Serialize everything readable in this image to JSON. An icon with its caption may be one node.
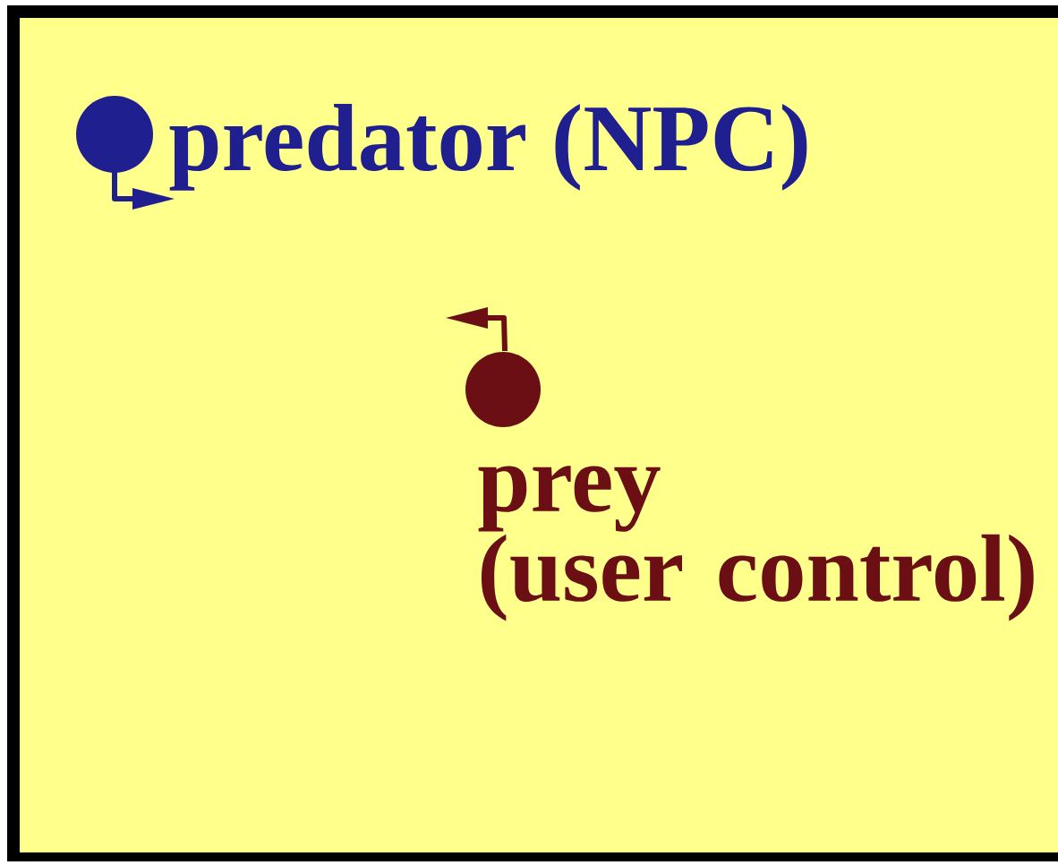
{
  "diagram": {
    "nodes": [
      {
        "text": [],
        "shape": "circle",
        "beside": [
          "predator (NPC)"
        ]
      },
      {
        "text": [],
        "shape": "circle",
        "beside": [
          "prey (user control)"
        ]
      }
    ]
  }
}
